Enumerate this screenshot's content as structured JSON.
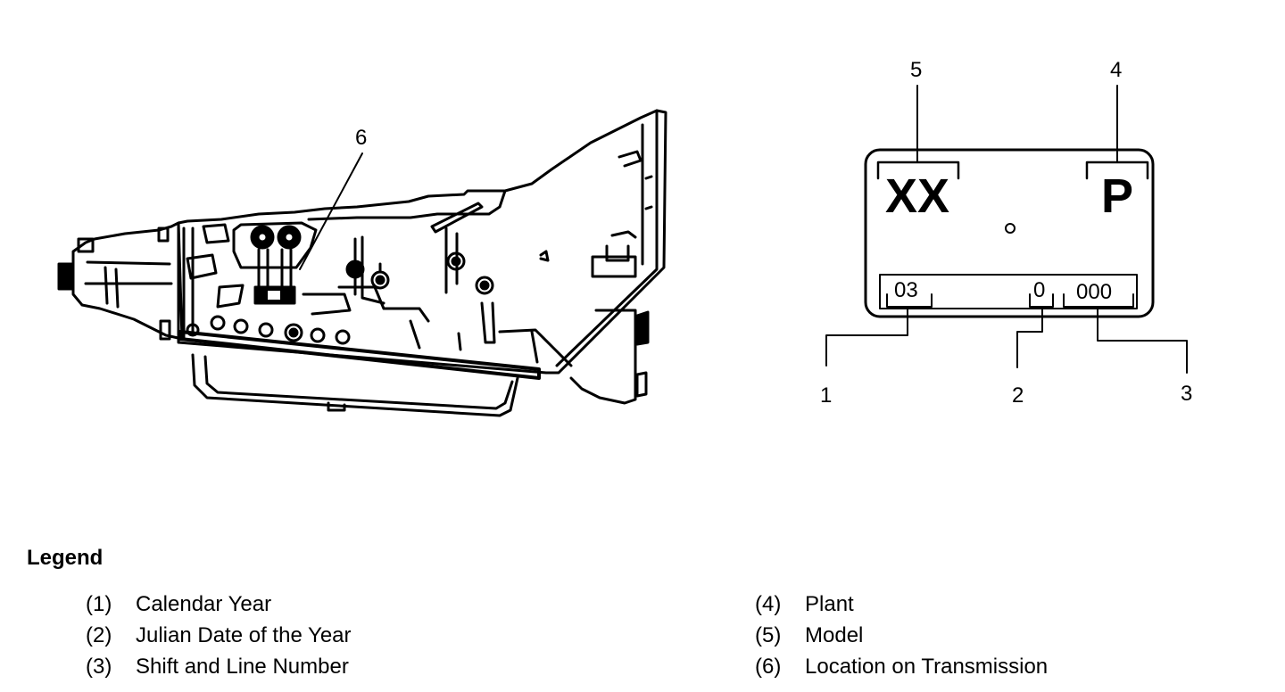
{
  "callouts": {
    "c1": "1",
    "c2": "2",
    "c3": "3",
    "c4": "4",
    "c5": "5",
    "c6": "6"
  },
  "plate": {
    "model": "XX",
    "plant": "P",
    "year": "03",
    "julian": "0",
    "shift_line": "000"
  },
  "legend": {
    "title": "Legend",
    "left": [
      {
        "num": "(1)",
        "text": "Calendar Year"
      },
      {
        "num": "(2)",
        "text": "Julian Date of the Year"
      },
      {
        "num": "(3)",
        "text": "Shift and Line Number"
      }
    ],
    "right": [
      {
        "num": "(4)",
        "text": "Plant"
      },
      {
        "num": "(5)",
        "text": "Model"
      },
      {
        "num": "(6)",
        "text": "Location on Transmission"
      }
    ]
  }
}
